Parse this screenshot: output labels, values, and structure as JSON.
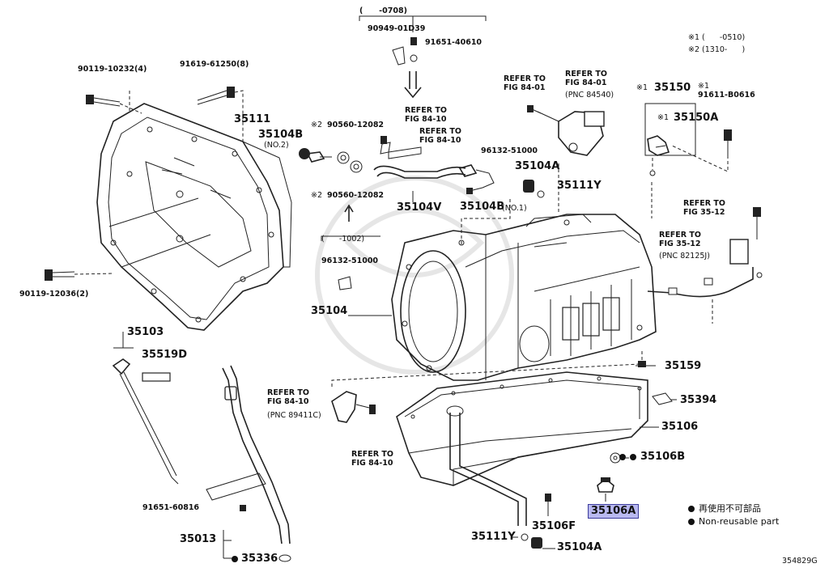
{
  "diagram": {
    "labels": {
      "range_0708": "(      -0708)",
      "p90949_01D39": "90949-01D39",
      "p91651_40610": "91651-40610",
      "note1": "※1 (      -0510)",
      "note2": "※2 (1310-      )",
      "p90119_10232": "90119-10232(4)",
      "p91619_61250": "91619-61250(8)",
      "refer_84_01_a": "REFER TO\nFIG 84-01",
      "refer_84_01_b": "REFER TO\nFIG 84-01",
      "pnc_84540": "(PNC 84540)",
      "mark_35150": "※1",
      "p35150": "35150",
      "mark_91611": "※1",
      "p91611_B0616": "91611-B0616",
      "refer_84_10_a": "REFER TO\nFIG 84-10",
      "refer_84_10_b": "REFER TO\nFIG 84-10",
      "p35111": "35111",
      "p35104B_no2": "35104B",
      "no2": "(NO.2)",
      "mark_90560_a": "※2",
      "p90560_12082_a": "90560-12082",
      "mark_35150A": "※1",
      "p35150A": "35150A",
      "p96132_51000_a": "96132-51000",
      "p35104A_top": "35104A",
      "p35111Y_top": "35111Y",
      "mark_90560_b": "※2",
      "p90560_12082_b": "90560-12082",
      "p35104V": "35104V",
      "p35104B_no1": "35104B",
      "no1": "(NO.1)",
      "refer_35_12_a": "REFER TO\nFIG 35-12",
      "refer_35_12_b": "REFER TO\nFIG 35-12",
      "pnc_82125J": "(PNC 82125J)",
      "range_1002": "(      -1002)",
      "p96132_51000_b": "96132-51000",
      "p90119_12036": "90119-12036(2)",
      "p35104": "35104",
      "p35103": "35103",
      "p35519D": "35519D",
      "p35159": "35159",
      "refer_84_10_c": "REFER TO\nFIG 84-10",
      "pnc_89411C": "(PNC 89411C)",
      "p35394": "35394",
      "p35106": "35106",
      "refer_84_10_d": "REFER TO\nFIG 84-10",
      "p35106B": "35106B",
      "p91651_60816": "91651-60816",
      "p35106A": "35106A",
      "p35106F": "35106F",
      "p35013": "35013",
      "p35111Y_bot": "35111Y",
      "p35104A_bot": "35104A",
      "p35336": "35336",
      "legend_jp": "再使用不可部品",
      "legend_en": "Non-reusable part",
      "diagram_id": "354829G"
    }
  }
}
